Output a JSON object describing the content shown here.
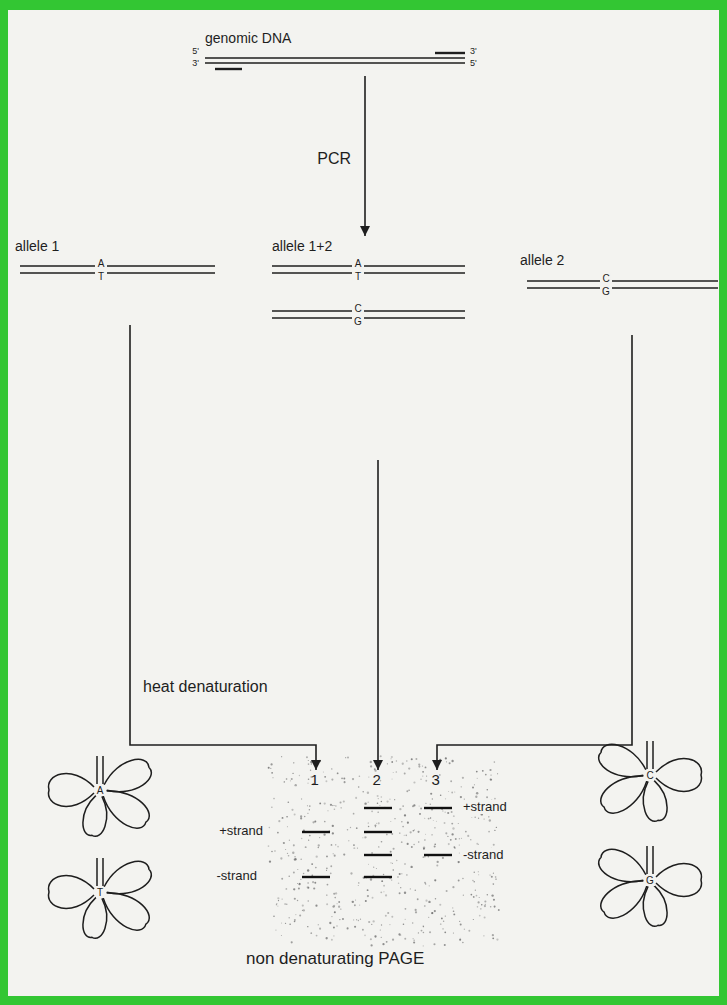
{
  "diagram": {
    "nodes": [
      {
        "text": [
          "genomic DNA"
        ]
      },
      {
        "text": [
          "allele 1"
        ]
      },
      {
        "text": [
          "allele 1+2"
        ]
      },
      {
        "text": [
          "allele 2"
        ]
      },
      {
        "text": [
          "1"
        ]
      },
      {
        "text": [
          "2"
        ]
      },
      {
        "text": [
          "3"
        ]
      }
    ],
    "edges": [
      {
        "from": 0,
        "to": 2,
        "arrow": "to",
        "label": "PCR"
      },
      {
        "from": 1,
        "to": 4,
        "arrow": "to"
      },
      {
        "from": 2,
        "to": 5,
        "arrow": "to"
      },
      {
        "from": 3,
        "to": 6,
        "arrow": "to"
      }
    ],
    "labels": [
      "5'",
      "3'",
      "3'",
      "5'",
      "A",
      "T",
      "A",
      "T",
      "C",
      "G",
      "C",
      "G",
      "heat denaturation",
      "A",
      "T",
      "C",
      "G",
      "+strand",
      "-strand",
      "+strand",
      "-strand",
      "non denaturating PAGE"
    ]
  }
}
